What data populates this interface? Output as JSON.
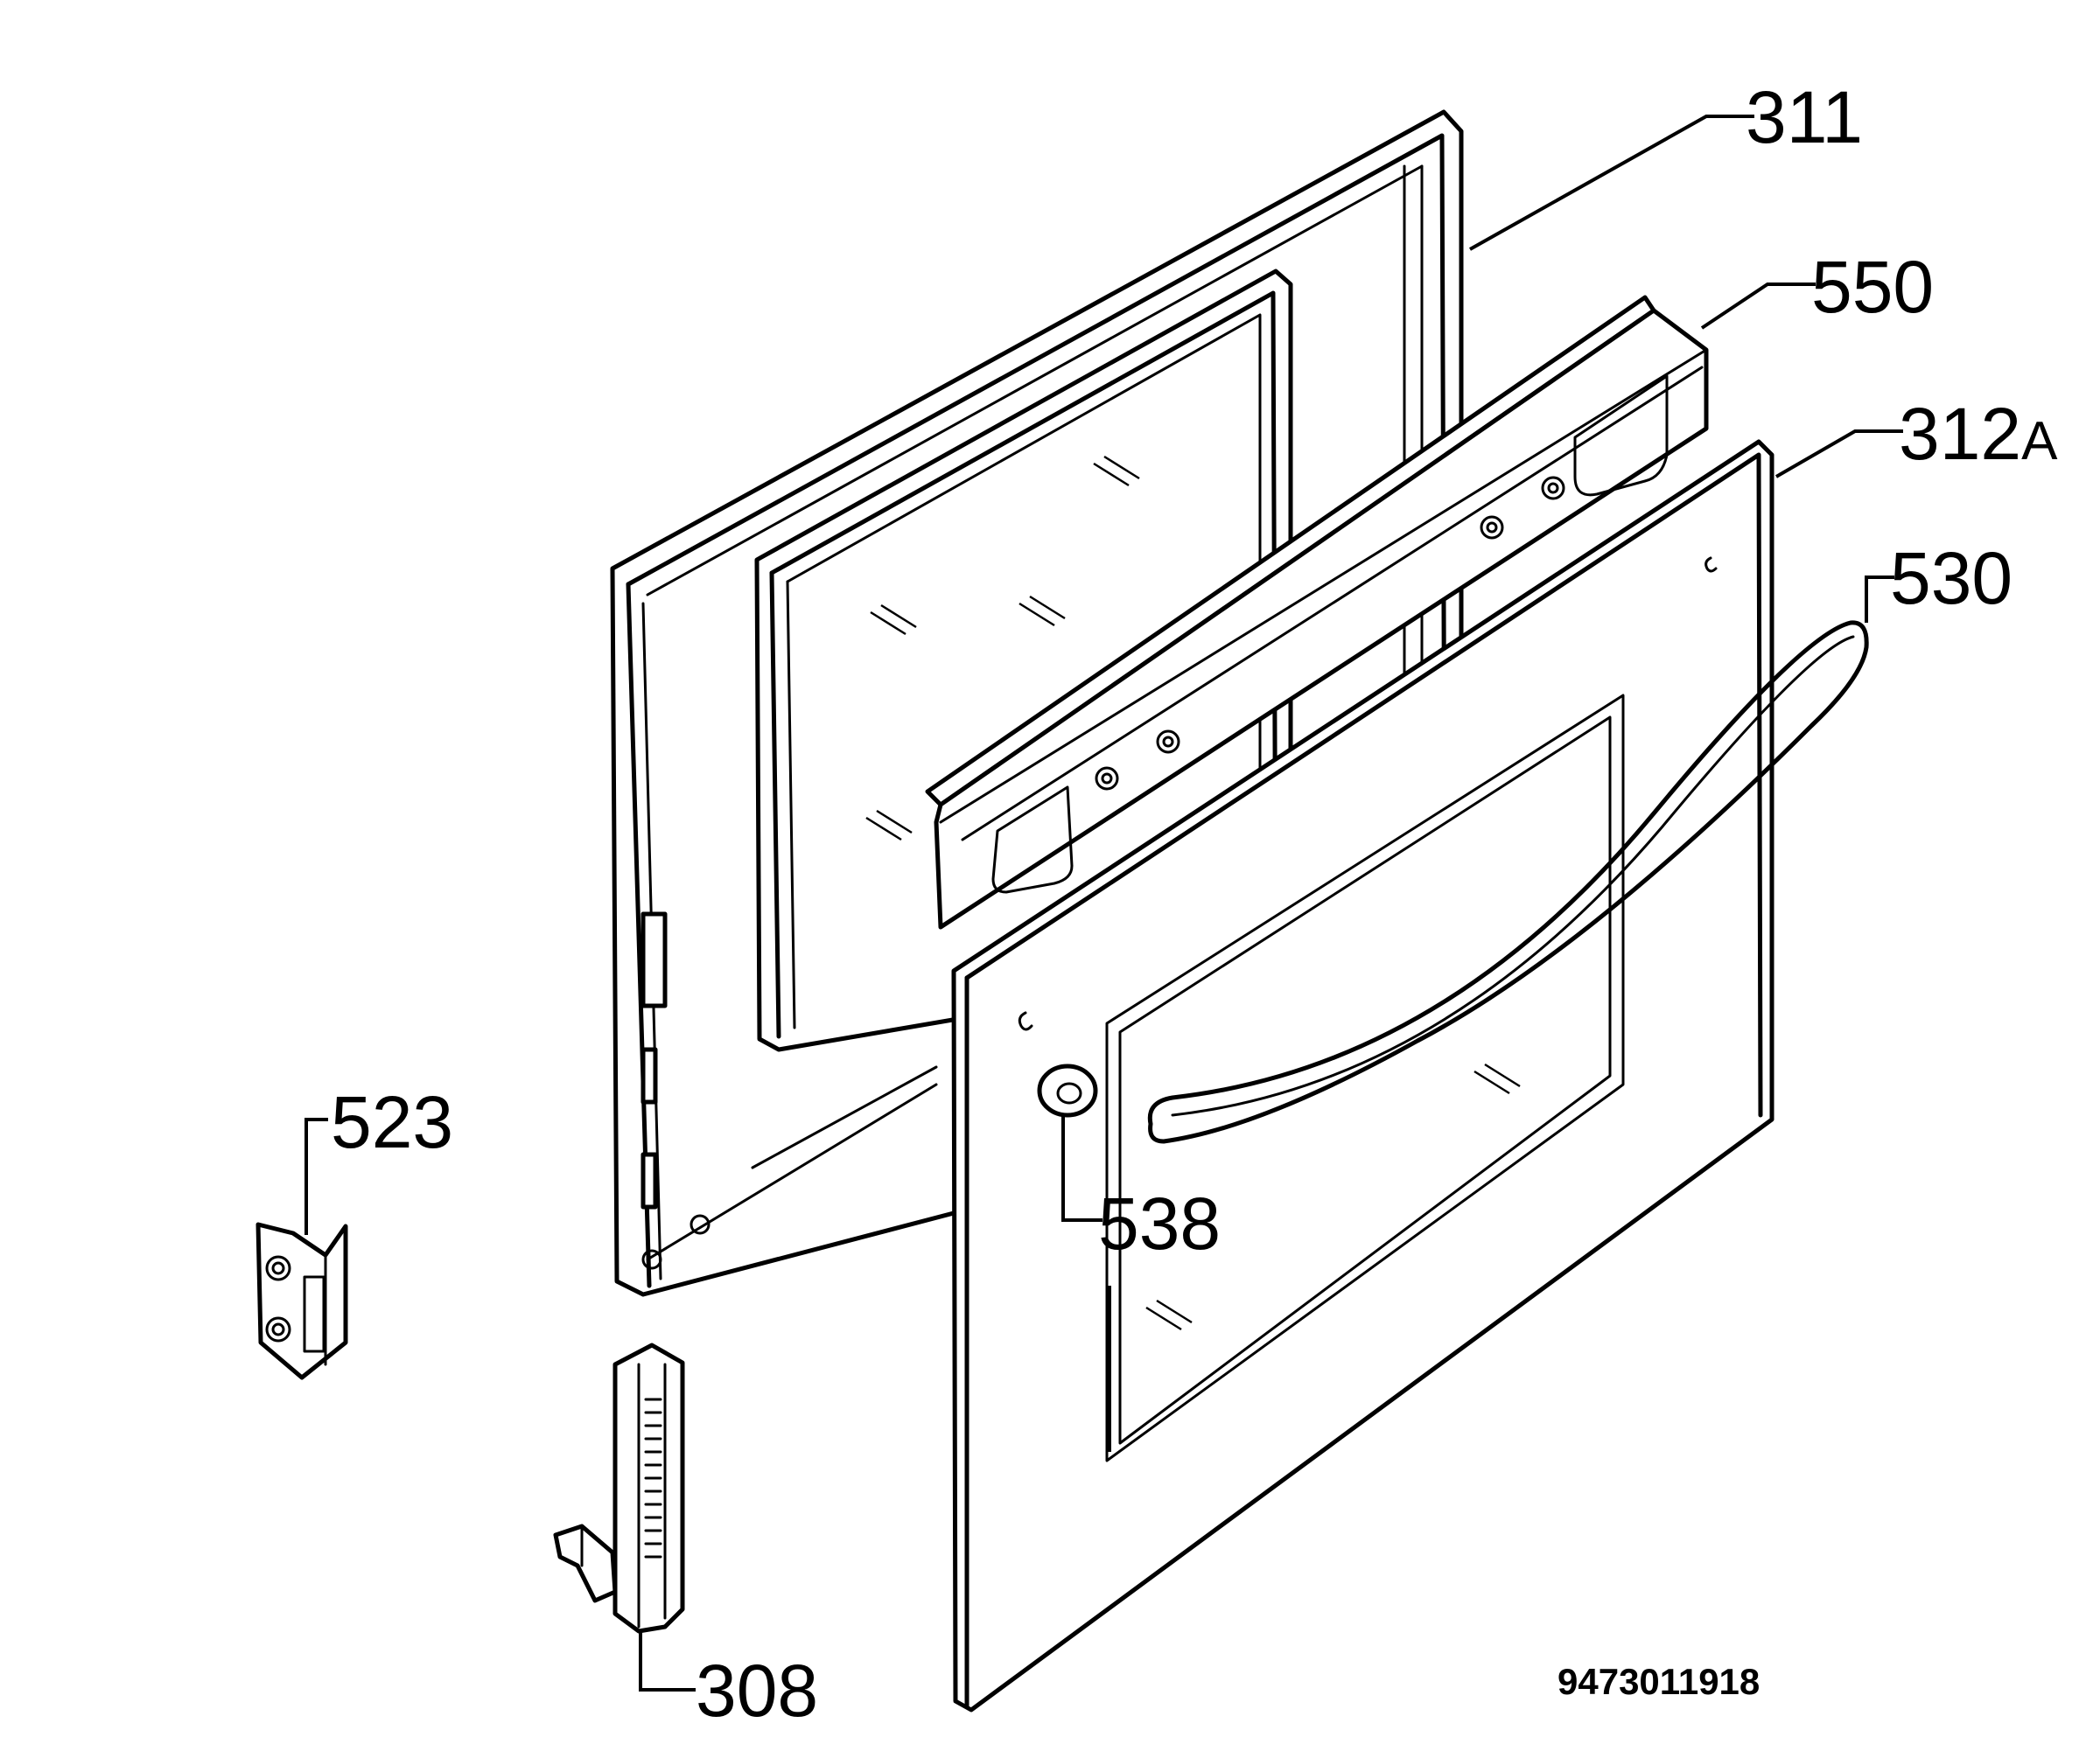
{
  "labels": {
    "p311": "311",
    "p550": "550",
    "p312": "312",
    "p312_suffix": "A",
    "p530": "530",
    "p523": "523",
    "p538": "538",
    "p308": "308"
  },
  "drawing_code": "9473011918"
}
